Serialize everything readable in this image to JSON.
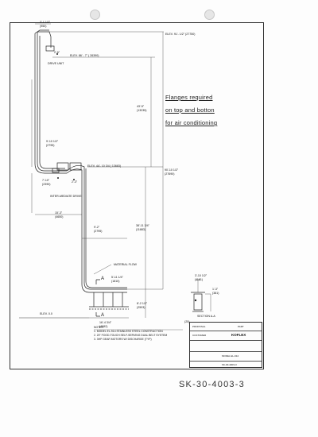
{
  "drawing": {
    "sheet_id": "SK-30-4003-3",
    "handwritten_note": [
      "Flanges required",
      "on top and botton",
      "for air conditioning"
    ],
    "elevations": {
      "top": "ELEV. 91'- 1/2\" (27750)",
      "upper": "ELEV. 86' - 7\" ( 26390)",
      "mid": "ELEV. 44'- 10 3/4 ( 13683)",
      "bottom": "ELEV. 0.0"
    },
    "dimensions": {
      "top_width": "3'-1 1/2\"",
      "top_width_mm": "(950)",
      "rise_upper": "43'-5\"",
      "rise_upper_mm": "(13235)",
      "overall": "90'-10 1/2\"",
      "overall_mm": "(27690)",
      "left_rise": "9'-10 1/2\"",
      "left_rise_mm": "(2795)",
      "left_lower": "15'-3\"",
      "left_lower_mm": "(4650)",
      "offset": "7'-10\"",
      "offset_mm": "(2390)",
      "small_a": "2'-6\"",
      "small_b": "2'-3\"",
      "lower_rise": "38'-11 3/4\"",
      "lower_rise_mm": "(11883)",
      "lower_width": "9'-2\"",
      "lower_width_mm": "(2795)",
      "pit": "8'-2 1/2\"",
      "pit_mm": "(2503)",
      "base_len": "16'-4 3/4\"",
      "base_len_mm": "(4992)",
      "mid_width": "5'-11 1/4\"",
      "mid_width_mm": "(1810)"
    },
    "labels": {
      "drive_unit": "DRIVE UNIT",
      "drive_unit_2": "INTER-MEDIATE DRIVE",
      "material_floor": "MATERIAL FLOW",
      "section_a": "A",
      "section_title": "SECTION A-A",
      "section_scale": "(25)",
      "section_w": "3'-10 1/2\"",
      "section_w_mm": "(1181)",
      "section_h": "1'-3\"",
      "section_h_mm": "(381)"
    },
    "notes": [
      "NOTES:",
      "1. MODEL EL-914 STAINLESS STEEL CONSTRUCTION",
      "2. 20\" FOOD-TOUCH SELF-SERVING DUAL BELT SYSTEM",
      "3. 3HP GEAR MOTORS W/ DISCHARGE (TYP)"
    ],
    "title_block": {
      "proposal": "PROPOSAL",
      "customer": "CUSTOMER",
      "part": "PART",
      "model": "MODEL EL-914",
      "company": "KOFLEX",
      "sheet": "SK-30-4003-3"
    }
  }
}
